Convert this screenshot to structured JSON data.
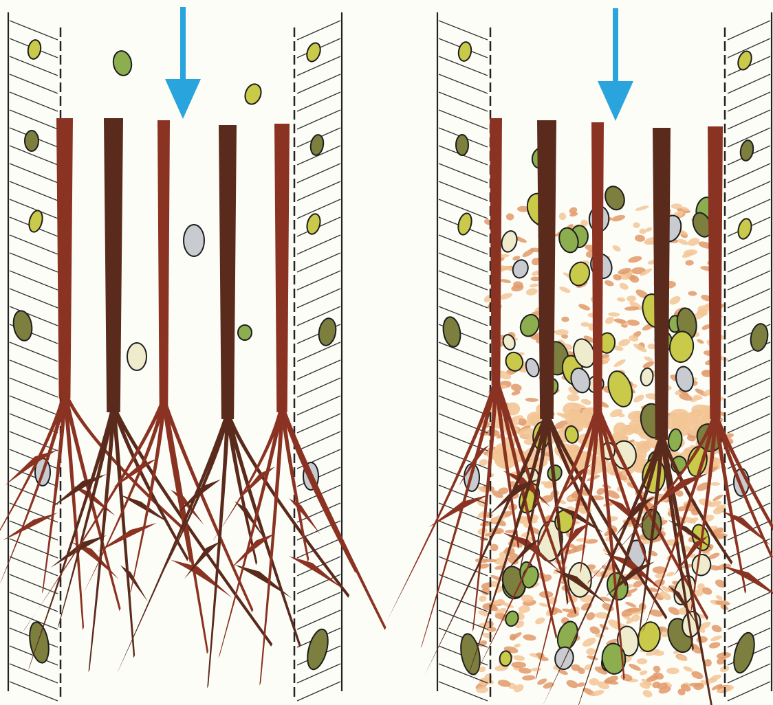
{
  "colors": {
    "background": "#fdfdf8",
    "stem_dark": "#5a2a1c",
    "stem_red": "#8b3322",
    "arrow": "#2aa4dd",
    "wall_line": "#222222",
    "pebble_olive": "#7d7f3e",
    "pebble_yellow": "#c9c94a",
    "pebble_green": "#8cae4e",
    "pebble_grey": "#c8ccd0",
    "pebble_cream": "#eeeccc",
    "sediment_orange": "#e29a6a",
    "sediment_peach": "#f3c596"
  },
  "panels": [
    {
      "id": "left",
      "state": "roots-without-trapped-sediment",
      "arrow_icon": "down-arrow-icon"
    },
    {
      "id": "right",
      "state": "roots-with-trapped-sediment-and-pebbles",
      "arrow_icon": "down-arrow-icon"
    }
  ]
}
